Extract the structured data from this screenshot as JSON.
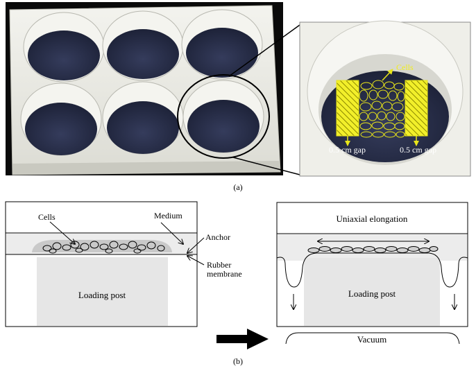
{
  "panel_a": {
    "caption": "(a)",
    "inset": {
      "cells_label": "Cells",
      "left_gap_label": "0.5 cm gap",
      "right_gap_label": "0.5 cm gap"
    }
  },
  "panel_b": {
    "caption": "(b)",
    "left": {
      "cells_label": "Cells",
      "medium_label": "Medium",
      "anchor_label": "Anchor",
      "rubber_label": "Rubber",
      "membrane_label": "membrane",
      "post_label": "Loading post"
    },
    "right": {
      "elongation_label": "Uniaxial elongation",
      "post_label": "Loading post",
      "vacuum_label": "Vacuum"
    }
  },
  "colors": {
    "annotation_yellow": "#e8e51a",
    "plate_white": "#ecece6",
    "well_fill": "#2a3150",
    "medium_gray": "#d6d6d6",
    "post_gray": "#e6e6e6"
  }
}
